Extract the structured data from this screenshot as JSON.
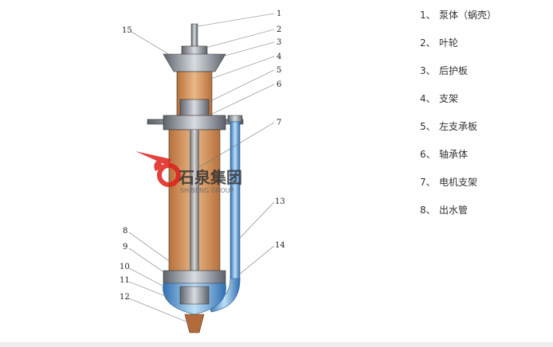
{
  "callouts": [
    "1",
    "2",
    "3",
    "4",
    "5",
    "6",
    "7",
    "8",
    "9",
    "10",
    "11",
    "12",
    "13",
    "14",
    "15"
  ],
  "watermark": {
    "name_cn": "石泉集团",
    "name_en": "SHIBENG GROUP"
  },
  "legend": [
    {
      "num": "1、",
      "label": "泵体（蜗壳）"
    },
    {
      "num": "2、",
      "label": "叶轮"
    },
    {
      "num": "3、",
      "label": "后护板"
    },
    {
      "num": "4、",
      "label": "支架"
    },
    {
      "num": "5、",
      "label": "左支承板"
    },
    {
      "num": "6、",
      "label": "轴承体"
    },
    {
      "num": "7、",
      "label": "电机支架"
    },
    {
      "num": "8、",
      "label": "出水管"
    }
  ],
  "colors": {
    "casing": "#c98a55",
    "pipe": "#5aa0d8",
    "metal": "#8a8f99",
    "logo": "#e0201c"
  }
}
